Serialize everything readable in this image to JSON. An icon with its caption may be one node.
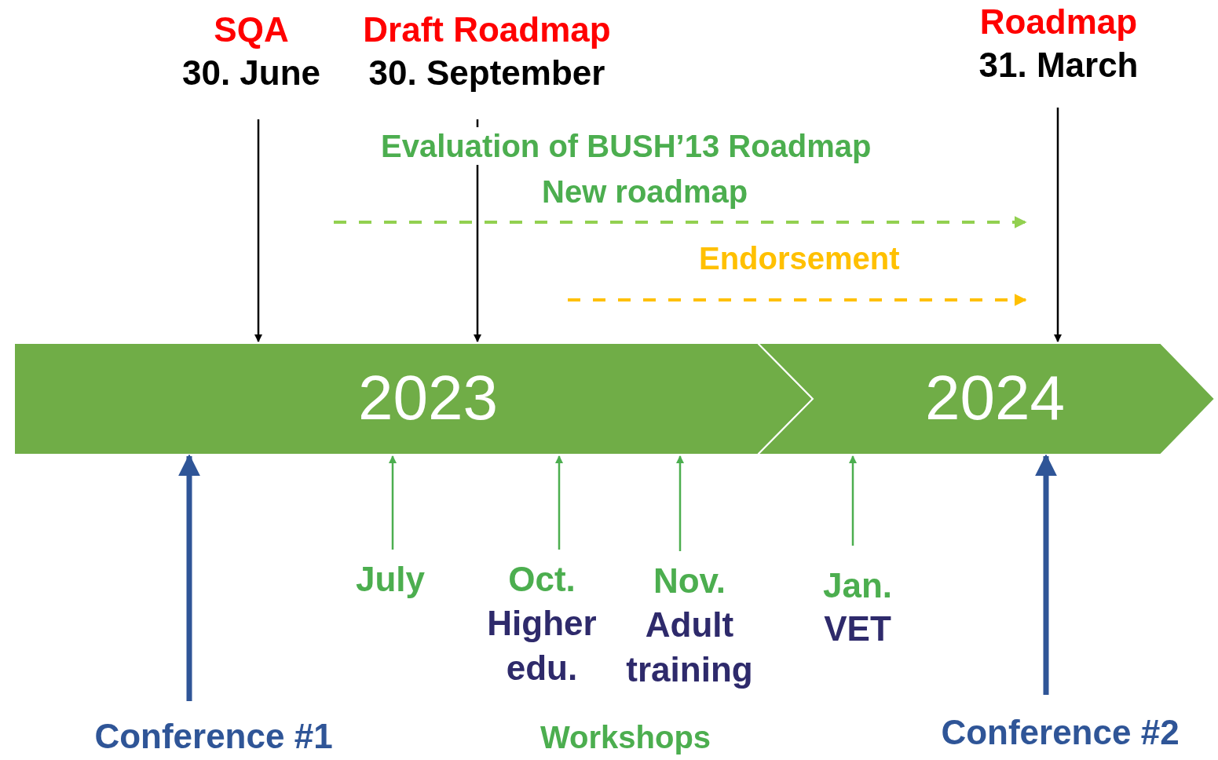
{
  "diagram": {
    "nodes": [
      {
        "text": [
          "2023"
        ]
      },
      {
        "text": [
          "2024"
        ]
      },
      {
        "text": [
          "SQA",
          "30. June"
        ]
      },
      {
        "text": [
          "Draft Roadmap",
          "30. September"
        ]
      },
      {
        "text": [
          "Roadmap",
          "31. March"
        ]
      },
      {
        "text": [
          "Conference #1"
        ]
      },
      {
        "text": [
          "July"
        ]
      },
      {
        "text": [
          "Oct.",
          "Higher edu."
        ]
      },
      {
        "text": [
          "Nov.",
          "Adult training"
        ]
      },
      {
        "text": [
          "Jan.",
          "VET"
        ]
      },
      {
        "text": [
          "Conference #2"
        ]
      }
    ],
    "edges": [
      {
        "from": 2,
        "to": 0,
        "arrow": "to",
        "color": "#000000"
      },
      {
        "from": 3,
        "to": 0,
        "arrow": "to",
        "color": "#000000"
      },
      {
        "from": 4,
        "to": 1,
        "arrow": "to",
        "color": "#000000"
      },
      {
        "from": 5,
        "to": 0,
        "arrow": "to",
        "style": "thick",
        "color": "#2f5597"
      },
      {
        "from": 6,
        "to": 0,
        "arrow": "to",
        "color": "#4cae4f"
      },
      {
        "from": 7,
        "to": 0,
        "arrow": "to",
        "color": "#4cae4f"
      },
      {
        "from": 8,
        "to": 0,
        "arrow": "to",
        "color": "#4cae4f"
      },
      {
        "from": 9,
        "to": 1,
        "arrow": "to",
        "color": "#4cae4f"
      },
      {
        "from": 10,
        "to": 1,
        "arrow": "to",
        "style": "thick",
        "color": "#2f5597"
      }
    ],
    "labels": [
      "Evaluation of BUSH’13 Roadmap",
      "New roadmap",
      "Endorsement",
      "Workshops"
    ]
  }
}
